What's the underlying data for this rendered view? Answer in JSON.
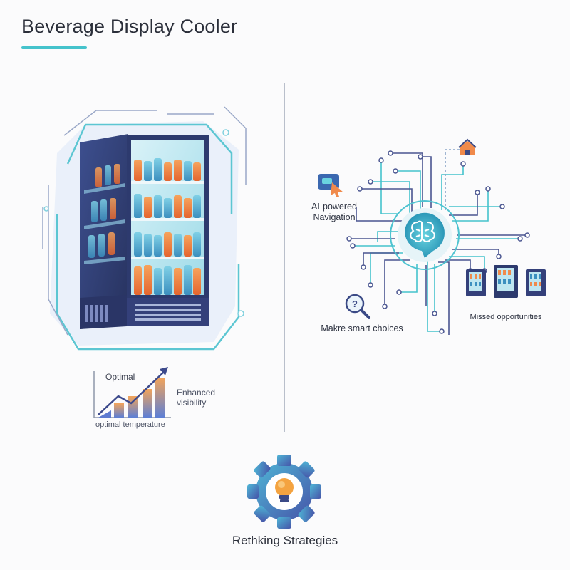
{
  "title": "Beverage Display Cooler",
  "labels": {
    "ai_navigation": "AI-powered Navigation",
    "smart_choices": "Makre smart choices",
    "missed_opportunities": "Missed opportunities",
    "optimal": "Optimal",
    "enhanced_visibility": "Enhanced visibility",
    "optimal_temperature": "optimal temperature",
    "rethinking_strategies": "Rethking Strategies"
  },
  "icons": [
    "brain-icon",
    "house-icon",
    "navigation-sign-icon",
    "question-magnifier-icon",
    "vending-machine-icon",
    "lightbulb-icon",
    "gear-icon",
    "growth-chart-icon"
  ],
  "colors": {
    "accent": "#45c3cc",
    "navy": "#3b4a86",
    "orange": "#f08a4b",
    "text": "#2b2f3a"
  }
}
